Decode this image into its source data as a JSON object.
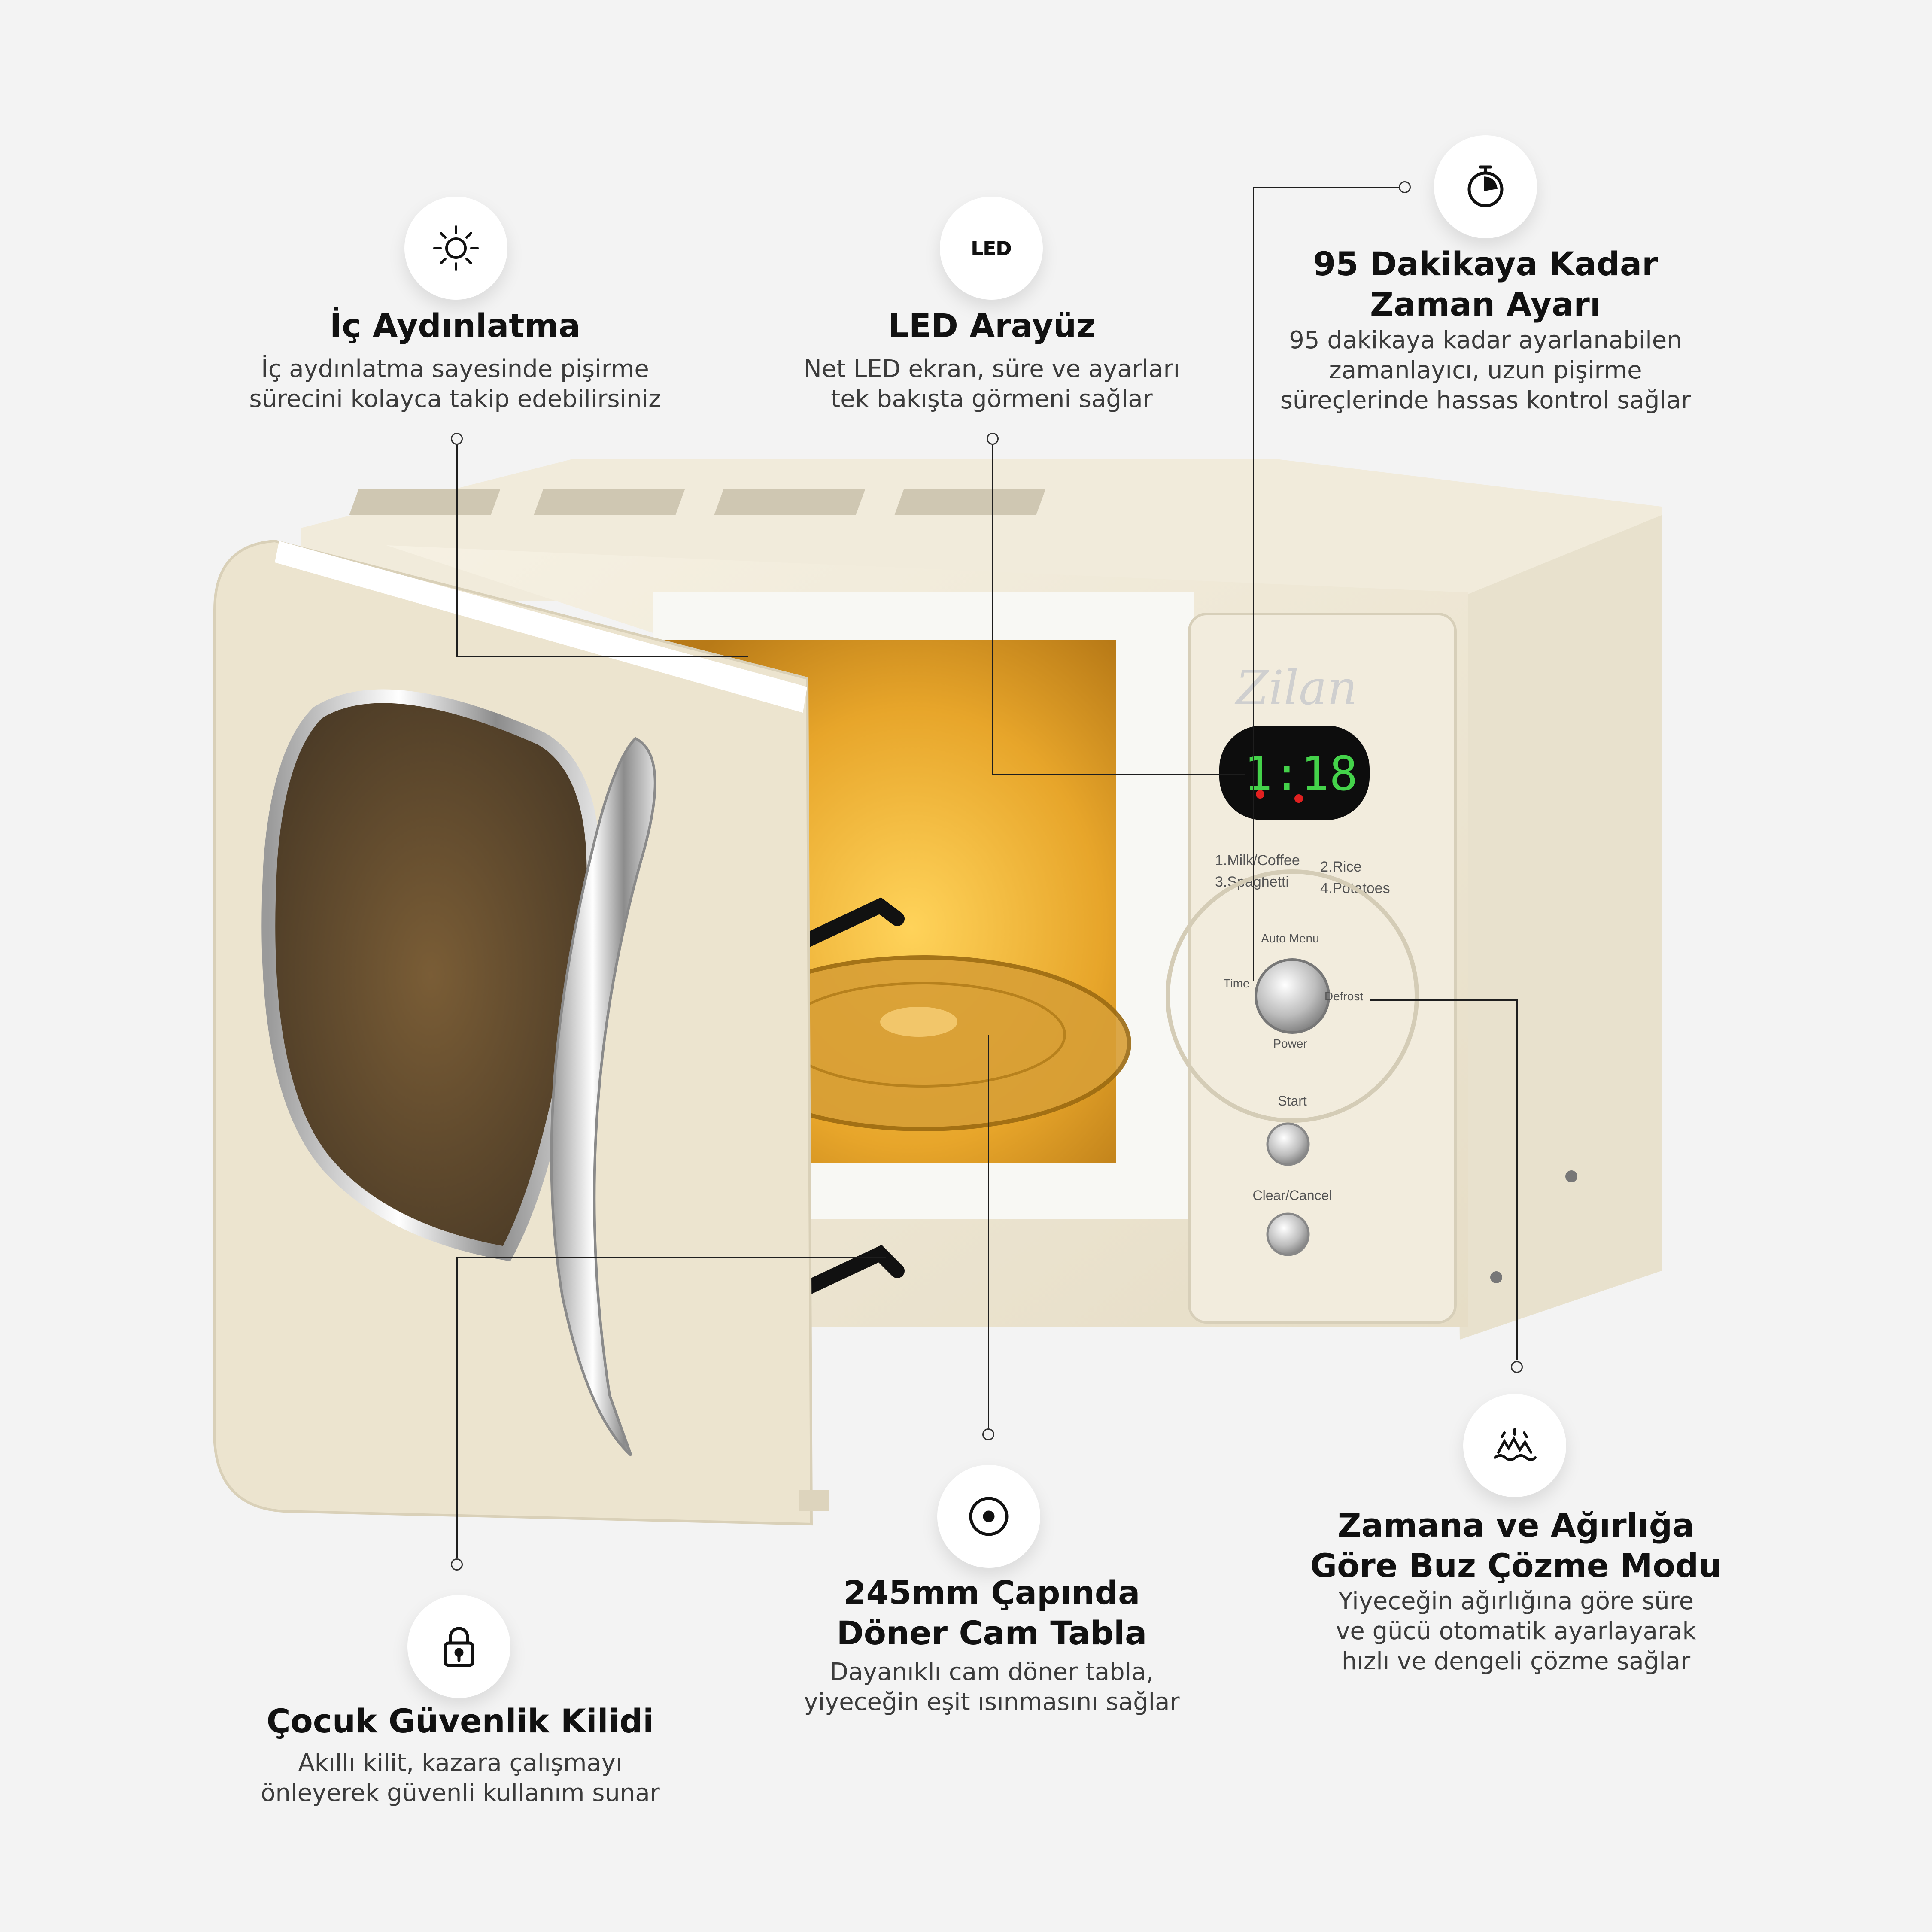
{
  "features": [
    {
      "id": "light",
      "icon": "sun-icon",
      "title_lines": [
        "İç Aydınlatma"
      ],
      "desc_lines": [
        "İç aydınlatma sayesinde pişirme",
        "sürecini kolayca takip edebilirsiniz"
      ]
    },
    {
      "id": "led",
      "icon": "led-icon",
      "icon_text": "LED",
      "title_lines": [
        "LED Arayüz"
      ],
      "desc_lines": [
        "Net LED ekran, süre ve ayarları",
        "tek bakışta görmeni sağlar"
      ]
    },
    {
      "id": "timer",
      "icon": "stopwatch-icon",
      "title_lines": [
        "95 Dakikaya Kadar",
        "Zaman Ayarı"
      ],
      "desc_lines": [
        "95 dakikaya kadar ayarlanabilen",
        "zamanlayıcı, uzun pişirme",
        "süreçlerinde hassas kontrol sağlar"
      ]
    },
    {
      "id": "lock",
      "icon": "lock-icon",
      "title_lines": [
        "Çocuk Güvenlik Kilidi"
      ],
      "desc_lines": [
        "Akıllı kilit, kazara çalışmayı",
        "önleyerek güvenli kullanım sunar"
      ]
    },
    {
      "id": "plate",
      "icon": "turntable-icon",
      "title_lines": [
        "245mm Çapında",
        "Döner Cam Tabla"
      ],
      "desc_lines": [
        "Dayanıklı cam döner tabla,",
        "yiyeceğin eşit ısınmasını sağlar"
      ]
    },
    {
      "id": "defrost",
      "icon": "defrost-icon",
      "title_lines": [
        "Zamana ve Ağırlığa",
        "Göre Buz Çözme Modu"
      ],
      "desc_lines": [
        "Yiyeceğin ağırlığına göre süre",
        "ve gücü otomatik ayarlayarak",
        "hızlı ve dengeli çözme sağlar"
      ]
    }
  ],
  "product": {
    "brand": "Zilan",
    "display": "1:18",
    "menu": [
      "1.Milk/Coffee",
      "2.Rice",
      "3.Spaghetti",
      "4.Potatoes"
    ],
    "knob_labels": {
      "top": "Auto Menu",
      "left": "Time",
      "right": "Defrost",
      "bottom": "Power"
    },
    "start_label": "Start",
    "clear_label": "Clear/Cancel"
  },
  "colors": {
    "background": "#f3f3f3",
    "body": "#efe8d6",
    "interior": "#e4a92e",
    "display_green": "#44d24a"
  }
}
